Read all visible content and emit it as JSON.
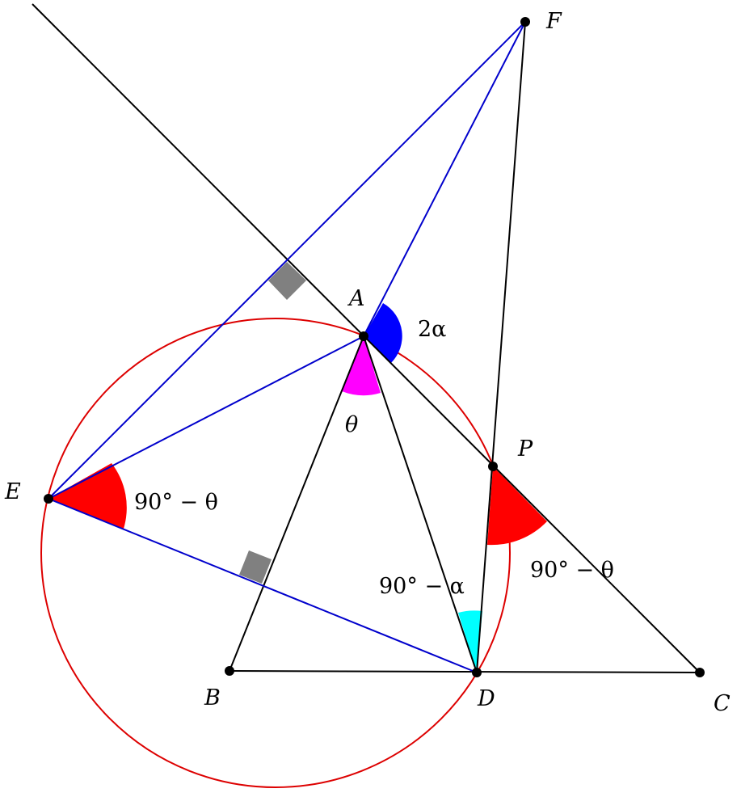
{
  "points": {
    "A": "A",
    "B": "B",
    "C": "C",
    "D": "D",
    "E": "E",
    "F": "F",
    "P": "P"
  },
  "angles": {
    "at_A_blue": "2α",
    "at_A_magenta": "θ",
    "at_E": "90° − θ",
    "at_P": "90° − θ",
    "at_D": "90° − α"
  },
  "colors": {
    "line": "#000000",
    "blue_line": "#0000cc",
    "circle": "#dd0000",
    "red_angle": "#ff0000",
    "blue_angle": "#0000ff",
    "magenta_angle": "#ff00ff",
    "cyan_angle": "#00ffff",
    "right_angle_mark": "#808080"
  }
}
